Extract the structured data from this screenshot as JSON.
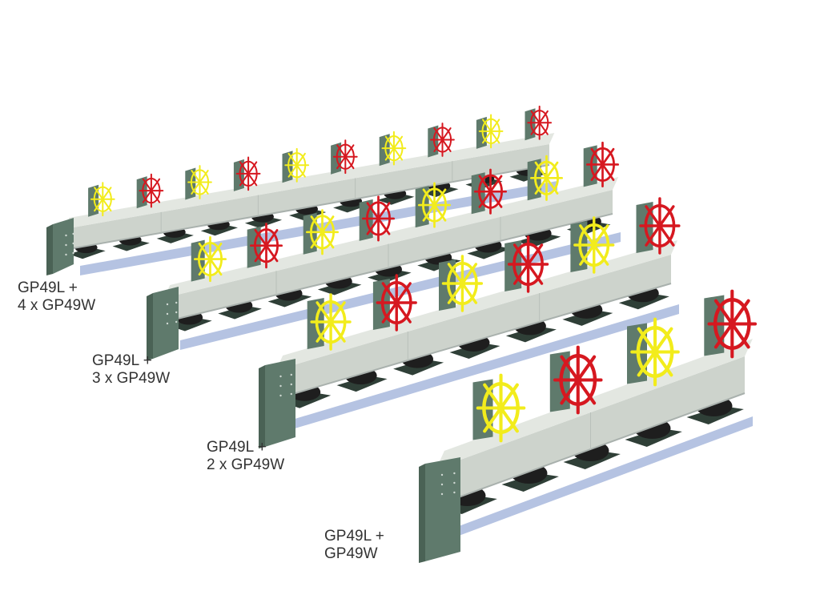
{
  "colors": {
    "beam_top": "#e3e7e1",
    "beam_front": "#cdd3cc",
    "beam_bottom": "#a9b1ad",
    "panel": "#5f7a6c",
    "panel_dark": "#4a6255",
    "base": "#2f3f37",
    "roller": "#1e1e1e",
    "shadow": "#95a9d6",
    "wheel_yellow": "#f2ec1c",
    "wheel_red": "#d61820"
  },
  "rows": [
    {
      "label_line1": "GP49L +",
      "label_line2": "4 x GP49W",
      "wheel_colors": [
        "yellow",
        "red",
        "yellow",
        "red",
        "yellow",
        "red",
        "yellow",
        "red",
        "yellow",
        "red"
      ]
    },
    {
      "label_line1": "GP49L +",
      "label_line2": "3 x GP49W",
      "wheel_colors": [
        "yellow",
        "red",
        "yellow",
        "red",
        "yellow",
        "red",
        "yellow",
        "red"
      ]
    },
    {
      "label_line1": "GP49L +",
      "label_line2": "2 x GP49W",
      "wheel_colors": [
        "yellow",
        "red",
        "yellow",
        "red",
        "yellow",
        "red"
      ]
    },
    {
      "label_line1": "GP49L +",
      "label_line2": "GP49W",
      "wheel_colors": [
        "yellow",
        "red",
        "yellow",
        "red"
      ]
    }
  ]
}
